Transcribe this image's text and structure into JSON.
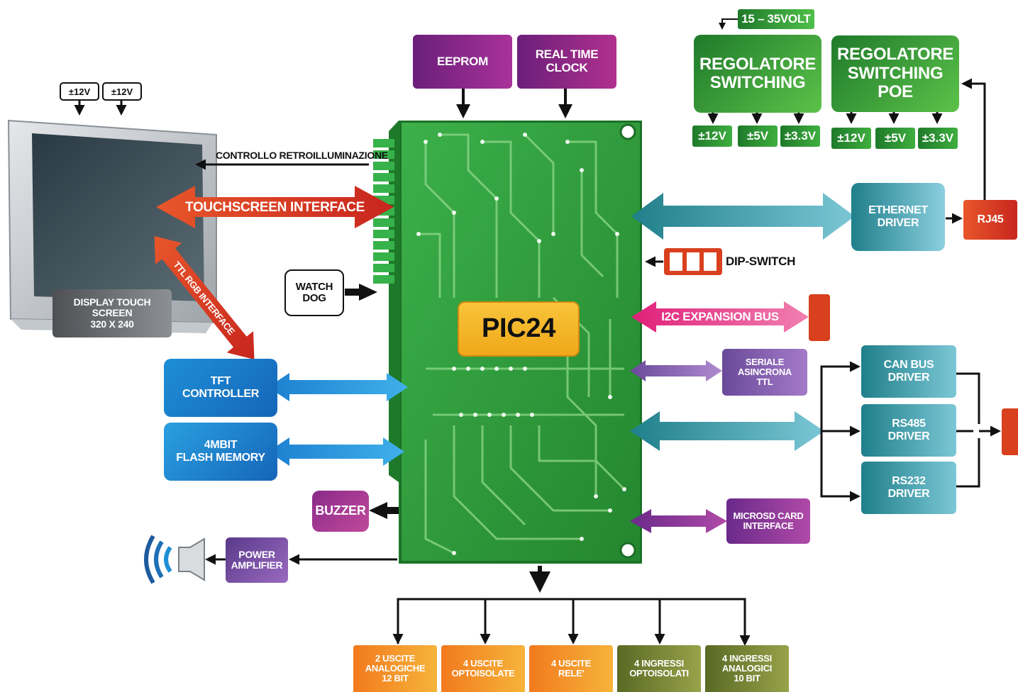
{
  "power": {
    "input_voltage": "15 – 35VOLT",
    "regulator1": "REGOLATORE\nSWITCHING",
    "regulator2": "REGOLATORE\nSWITCHING\nPOE",
    "reg1_outputs": [
      "±12V",
      "±5V",
      "±3.3V"
    ],
    "reg2_outputs": [
      "±12V",
      "±5V",
      "±3.3V"
    ]
  },
  "top_blocks": {
    "eeprom": "EEPROM",
    "rtc": "REAL TIME\nCLOCK"
  },
  "display": {
    "supply_1": "±12V",
    "supply_2": "±12V",
    "label": "DISPLAY TOUCH SCREEN\n320 X 240",
    "backlight": "CONTROLLO RETROILLUMINAZIONE",
    "touch_interface": "TOUCHSCREEN INTERFACE",
    "ttl_rgb": "TTL RGB INTERFACE"
  },
  "left_blocks": {
    "watchdog": "WATCH\nDOG",
    "tft_controller": "TFT\nCONTROLLER",
    "flash": "4MBIT\nFLASH MEMORY",
    "buzzer": "BUZZER",
    "power_amp": "POWER\nAMPLIFIER"
  },
  "cpu": {
    "label": "PIC24"
  },
  "right_blocks": {
    "ethernet": "ETHERNET\nDRIVER",
    "rj45": "RJ45",
    "dip_switch": "DIP-SWITCH",
    "i2c": "I2C EXPANSION BUS",
    "serial": "SERIALE\nASINCRONA\nTTL",
    "can": "CAN BUS\nDRIVER",
    "rs485": "RS485\nDRIVER",
    "rs232": "RS232\nDRIVER",
    "microsd": "MICROSD CARD\nINTERFACE"
  },
  "io_blocks": [
    {
      "label": "2 USCITE\nANALOGICHE\n12 BIT"
    },
    {
      "label": "4 USCITE\nOPTOISOLATE"
    },
    {
      "label": "4 USCITE\nRELE'"
    },
    {
      "label": "4 INGRESSI\nOPTOISOLATI"
    },
    {
      "label": "4 INGRESSI\nANALOGICI\n10 BIT"
    }
  ],
  "colors": {
    "pcb": "#2e9e3c",
    "pcb_dark": "#1d6e28",
    "trace": "#8fd88a",
    "purple": "#8a2a8a",
    "green": "#2d8a35",
    "teal": "#2a8f9a",
    "blue": "#1e8fd6",
    "red": "#d8401e",
    "magenta": "#e0307f",
    "orange": "#f28c1e",
    "olive": "#6b7a2a",
    "lavender": "#7a5aa6",
    "chip": "#f6b51e"
  }
}
